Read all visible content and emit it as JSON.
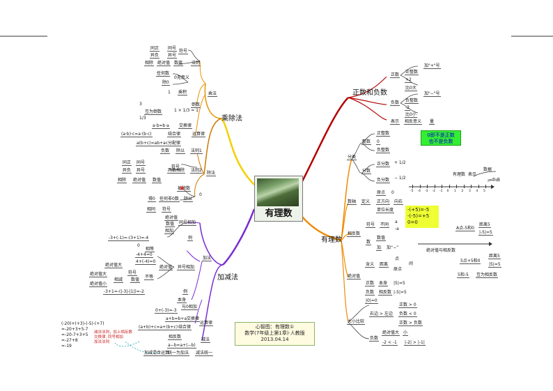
{
  "center": {
    "title": "有理数"
  },
  "branches": {
    "chuchu": "乘除法",
    "jiajian": "加减法",
    "zhengfu": "正数和负数",
    "youlishu": "有理数"
  },
  "chufa_tree": {
    "chufa": "除法",
    "fahao_rule": {
      "row1": [
        "同正",
        "同号"
      ],
      "row2": [
        "异负",
        "异号"
      ],
      "row3": [
        "相除",
        "绝对值",
        "数值"
      ],
      "fuhao": "符号",
      "faze": "法则"
    },
    "zero": {
      "renhe": "任何数",
      "chu0": "除0",
      "yiyi": "0无意义"
    },
    "daoshu": {
      "one": "1",
      "jiji": "乘积",
      "label": "倒数",
      "formula": "1 × 1/3 = 1",
      "huwei": "互为倒数",
      "frac_top": "3",
      "frac_bot": "1/3"
    },
    "yunsuanlv": {
      "jiaohuan_f": "a·b=b·a",
      "jiaohuan": "交换律",
      "jiehe_f": "(a·b)·c=a·(b·c)",
      "jiehe": "结合律",
      "fenpei_f": "a(b+c)=ab+ac",
      "fenpei": "分配律",
      "label": "运算律"
    },
    "chengfa": "乘法",
    "cheng_faze": {
      "fushu": "负数",
      "shuiyi": "除以",
      "faze1": "法则1",
      "tongzheng": "同正",
      "tonghao": "同号",
      "yifu": "异负",
      "yihao": "异号",
      "fuhao": "符号",
      "liangshu": "两数相除",
      "faze2": "法则2",
      "xiangchu": "相除",
      "jueduizhi": "绝对值",
      "shuzhi": "数值"
    },
    "zero_div": {
      "beichushu": "被除数",
      "zero": "0",
      "de0": "得0",
      "renhe": "任何非0数",
      "chuyi": "除以"
    }
  },
  "jiajian_tree": {
    "tonghao": {
      "xiangtong": "相同",
      "fuhao": "符号",
      "jueduizhi": "绝对值",
      "shuzhi": "数值",
      "xiangjia": "相加",
      "label": "同号相加",
      "example": "-3+(-1)=-(3+1)=-4",
      "li": "例"
    },
    "yihao": {
      "xiangdeng": "相等",
      "zero": "0",
      "ex1": "-4+4=0",
      "ex2": "4+(-4)=0",
      "jueduizhi": "绝对值",
      "label": "异号相加",
      "jdz_da": "绝对值大",
      "fuhao": "符号",
      "budeng": "不等",
      "xiangjian": "相减",
      "shuzhi": "数值",
      "jdz_xiao": "绝对值小",
      "example": "-3+1=-(|-3|-|1|)=-2",
      "li": "例"
    },
    "jiafa": "加法",
    "yu0": {
      "benshen": "本身",
      "label": "与0相加",
      "ex": "0+(-3)=-3"
    },
    "yunsuanlv": {
      "jiaohuan_f": "a+b=b+a",
      "jiaohuan": "交换律",
      "jiehe_f": "(a+b)+c=a+(b+c)",
      "jiehe": "结合律",
      "label": "运算律"
    },
    "jianfa": {
      "label": "减法",
      "xiangfanshu": "相反数",
      "formula": "a−b=a+(−b)",
      "jiahun": "加减混合运算",
      "tongyi": "统一为加法",
      "hunhe": "减法统一"
    }
  },
  "calc": {
    "line1": "(-20)+(+3)-(-5)-(+7)",
    "line2": "=-20+3+5-7",
    "line3": "=-20-7+3+5",
    "line4": "=-27+8",
    "line5": "=-19",
    "note1": "减法法则，加上相反数",
    "note2": "交换律, 同号相加",
    "note3": "加法法则"
  },
  "info": {
    "line1": "心智图：有理数①",
    "line2": "数学(7年级上第1章)·人教版",
    "line3": "2013.04.14"
  },
  "zhengfu_tree": {
    "zhengshu": "正数",
    "zhengshu_items": {
      "fuhao_f": "加\"+\"号",
      "zhengshu_label": "正整数",
      "ex": "+2",
      "da0": "比0大"
    },
    "fushu": "负数",
    "fushu_items": {
      "fuhao_f": "加\"−\"号",
      "fushu_label": "负整数",
      "ex": "-2",
      "xiao0": "比0小"
    },
    "biaoshi": {
      "label": "表示",
      "xiangfan": "相反意义",
      "liang": "量"
    },
    "green": {
      "line1": "0即不是正数",
      "line2": "也不是负数"
    }
  },
  "youli_tree": {
    "fenlei": "分类",
    "zhengshu": "整数",
    "zhengshu_items": [
      "正整数",
      "0",
      "负整数"
    ],
    "fenshu": "分数",
    "zhengfenshu": "正分数",
    "fufenshu": "负分数",
    "frac_pos": "+ 1/2",
    "frac_neg": "− 1/2",
    "shuzhou": {
      "label": "数轴",
      "dingyi": "定义",
      "yuandian": "原点",
      "zero": "0",
      "zhengfangxiang": "正方向",
      "xiangyou": "向右",
      "danwei": "单位长度",
      "youlishu": "有理数",
      "biaoshi": "表示",
      "shuju": "数据",
      "yigedian": "一个点"
    },
    "ticks": [
      "-5",
      "-4",
      "-3",
      "-2",
      "-1",
      "0",
      "1",
      "2",
      "3",
      "4",
      "5"
    ],
    "xiangfanshu": {
      "label": "相反数",
      "fuhao": "符号",
      "butong": "不同",
      "a": "a",
      "neg_a": "-a",
      "jiadao": "数",
      "pinjie": "加",
      "jia": "加“−”",
      "shuzhi": "数值",
      "xiangdeng": "相等",
      "yellow1": "-(+5)=-5",
      "yellow2": "-(-5)=+5",
      "yellow3": "0=0"
    },
    "jueduizhi": {
      "label": "绝对值",
      "hanyi": "含义",
      "juli": "距离",
      "dian": "点",
      "yuandian": "原点",
      "jian": "间",
      "zhengshu": "正数",
      "benshen": "本身",
      "ex1": "|5|=5",
      "fushu": "负数",
      "xiangfan": "相反数",
      "ex2": "|-5|=5",
      "ex3": "|0|=0"
    },
    "jdz_line": {
      "a_label": "A点-5和0",
      "d5": "距离5",
      "ex1": "|-5|=5",
      "numline": "绝对值与相反数",
      "b_label": "5点+5和0",
      "d5b": "距离5",
      "ex2": "|5|=5",
      "huwei": "互为相反数",
      "pair": "5和-5"
    },
    "daxiao": {
      "label": "大小比较",
      "youzuo": "右边 > 左边",
      "zhengshu": "正数 > 0",
      "fushu": "负数 < 0",
      "zhengfu": "正数 > 负数",
      "fushu_label": "负数",
      "jdzda": "绝对值大",
      "xiao": "小",
      "ex": "-2 < -1",
      "ex2": "|-2| > |-1|"
    }
  }
}
